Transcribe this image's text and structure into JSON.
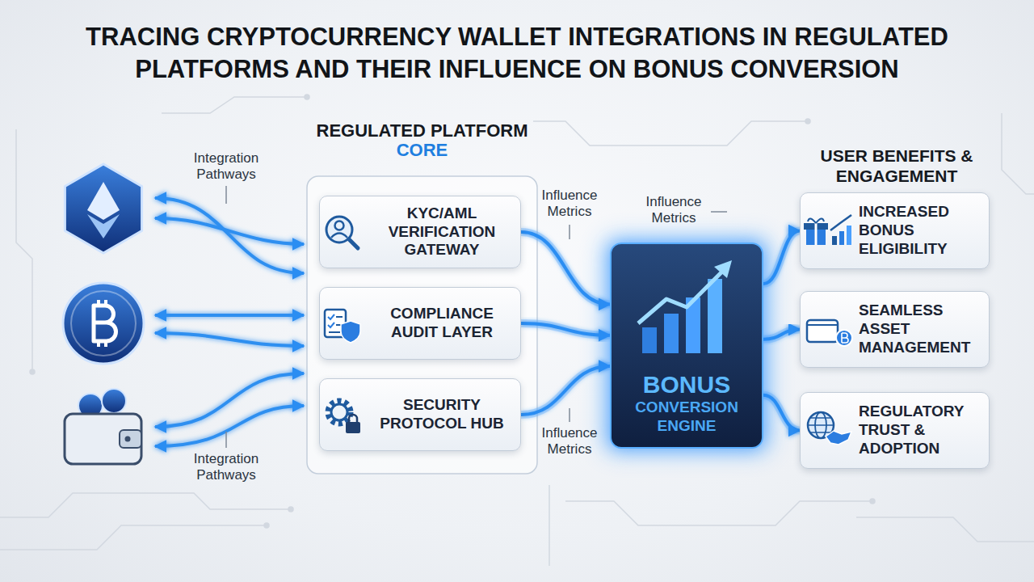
{
  "diagram": {
    "title": "TRACING CRYPTOCURRENCY WALLET INTEGRATIONS IN REGULATED PLATFORMS AND THEIR INFLUENCE ON BONUS CONVERSION",
    "nodes": [
      {
        "text": [
          "REGULATED PLATFORM",
          "CORE"
        ]
      },
      {
        "text": [
          "KYC/AML VERIFICATION GATEWAY"
        ],
        "in": 0
      },
      {
        "text": [
          "COMPLIANCE AUDIT LAYER"
        ],
        "in": 0
      },
      {
        "text": [
          "SECURITY PROTOCOL HUB"
        ],
        "in": 0
      },
      {
        "text": [
          "BONUS",
          "CONVERSION ENGINE"
        ]
      },
      {
        "text": [
          "INCREASED BONUS ELIGIBILITY"
        ]
      },
      {
        "text": [
          "SEAMLESS ASSET MANAGEMENT"
        ]
      },
      {
        "text": [
          "REGULATORY TRUST & ADOPTION"
        ]
      }
    ],
    "edges": [
      {
        "from": 1,
        "to": 4,
        "arrow": "to"
      },
      {
        "from": 2,
        "to": 4,
        "arrow": "to"
      },
      {
        "from": 3,
        "to": 4,
        "arrow": "to"
      },
      {
        "from": 4,
        "to": 5,
        "arrow": "to"
      },
      {
        "from": 4,
        "to": 6,
        "arrow": "to"
      },
      {
        "from": 4,
        "to": 7,
        "arrow": "to"
      }
    ],
    "labels": [
      "Integration Pathways",
      "Influence Metrics",
      "Influence Metrics",
      "USER BENEFITS & ENGAGEMENT",
      "Influence Metrics",
      "Integration Pathways"
    ]
  }
}
